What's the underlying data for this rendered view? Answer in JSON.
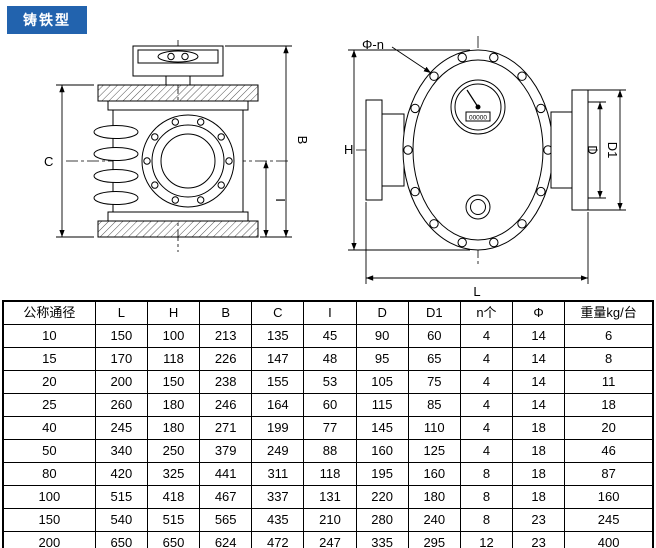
{
  "header": {
    "badge_label": "铸铁型",
    "badge_color": "#2263ae"
  },
  "diagrams": {
    "front_view": {
      "dim_c": "C",
      "dim_b": "B",
      "dim_i": "I"
    },
    "side_view": {
      "dim_phi_n": "Φ-n",
      "dim_h": "H",
      "dim_d": "D",
      "dim_d1": "D1",
      "dim_l": "L",
      "counter_reading": "00000"
    }
  },
  "table": {
    "headers": [
      "公称通径",
      "L",
      "H",
      "B",
      "C",
      "I",
      "D",
      "D1",
      "n个",
      "Φ",
      "重量kg/台"
    ],
    "rows": [
      [
        "10",
        "150",
        "100",
        "213",
        "135",
        "45",
        "90",
        "60",
        "4",
        "14",
        "6"
      ],
      [
        "15",
        "170",
        "118",
        "226",
        "147",
        "48",
        "95",
        "65",
        "4",
        "14",
        "8"
      ],
      [
        "20",
        "200",
        "150",
        "238",
        "155",
        "53",
        "105",
        "75",
        "4",
        "14",
        "11"
      ],
      [
        "25",
        "260",
        "180",
        "246",
        "164",
        "60",
        "115",
        "85",
        "4",
        "14",
        "18"
      ],
      [
        "40",
        "245",
        "180",
        "271",
        "199",
        "77",
        "145",
        "110",
        "4",
        "18",
        "20"
      ],
      [
        "50",
        "340",
        "250",
        "379",
        "249",
        "88",
        "160",
        "125",
        "4",
        "18",
        "46"
      ],
      [
        "80",
        "420",
        "325",
        "441",
        "311",
        "118",
        "195",
        "160",
        "8",
        "18",
        "87"
      ],
      [
        "100",
        "515",
        "418",
        "467",
        "337",
        "131",
        "220",
        "180",
        "8",
        "18",
        "160"
      ],
      [
        "150",
        "540",
        "515",
        "565",
        "435",
        "210",
        "280",
        "240",
        "8",
        "23",
        "245"
      ],
      [
        "200",
        "650",
        "650",
        "624",
        "472",
        "247",
        "335",
        "295",
        "12",
        "23",
        "400"
      ]
    ]
  }
}
